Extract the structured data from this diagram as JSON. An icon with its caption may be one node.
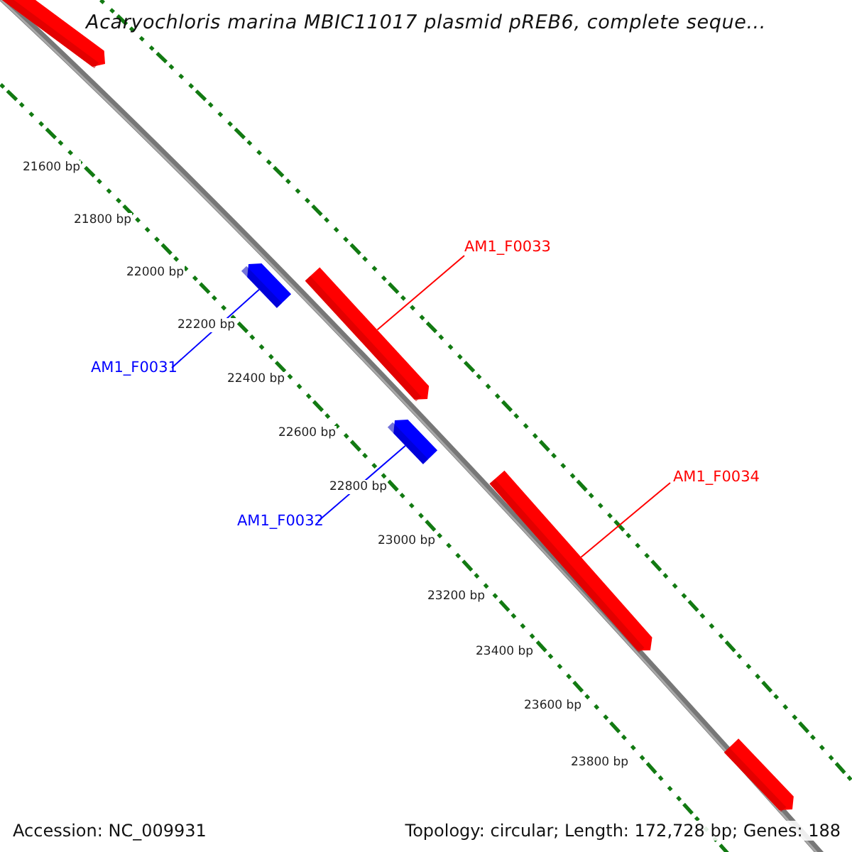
{
  "diagram": {
    "title": "Acaryochloris marina MBIC11017 plasmid pREB6, complete seque...",
    "nodes": [
      {
        "text": [],
        "shape": "arrow"
      },
      {
        "text": [
          "AM1_F0033"
        ]
      },
      {
        "text": [],
        "shape": "arrow"
      },
      {
        "text": [
          "AM1_F0031"
        ]
      },
      {
        "text": [],
        "shape": "arrow"
      },
      {
        "text": [
          "AM1_F0032"
        ]
      },
      {
        "text": [],
        "shape": "arrow"
      },
      {
        "text": [
          "AM1_F0034"
        ]
      },
      {
        "text": [],
        "shape": "arrow"
      },
      {
        "text": [],
        "shape": "arrow"
      }
    ],
    "edges": [
      {
        "from": 1,
        "to": 2,
        "arrow": "none"
      },
      {
        "from": 3,
        "to": 4,
        "arrow": "none",
        "color": "#0000ff"
      },
      {
        "from": 5,
        "to": 6,
        "arrow": "none",
        "color": "#0000ff"
      },
      {
        "from": 7,
        "to": 8,
        "arrow": "none"
      }
    ],
    "labels": [
      "21600 bp",
      "21800 bp",
      "22000 bp",
      "22200 bp",
      "22400 bp",
      "22600 bp",
      "22800 bp",
      "23000 bp",
      "23200 bp",
      "23400 bp",
      "23600 bp",
      "23800 bp",
      "Accession: NC_009931",
      "Topology: circular; Length: 172,728 bp; Genes: 188"
    ]
  }
}
